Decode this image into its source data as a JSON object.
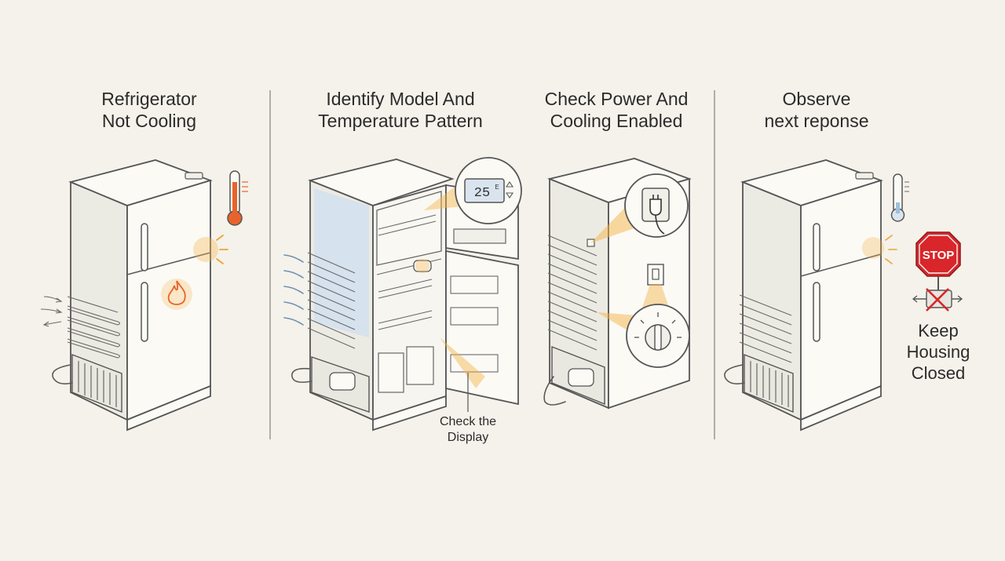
{
  "steps": [
    {
      "title": "Refrigerator\nNot Cooling"
    },
    {
      "title": "Identify Model And\nTemperature Pattern"
    },
    {
      "title": "Check Power And\nCooling Enabled"
    },
    {
      "title": "Observe\nnext reponse"
    }
  ],
  "display": {
    "reading": "25",
    "unit": "E"
  },
  "callouts": {
    "check_display": "Check the\nDisplay",
    "stop_sign": "STOP",
    "keep_closed": "Keep\nHousing\nClosed"
  },
  "colors": {
    "accent_orange": "#f5b44a",
    "heat_red": "#e8632c",
    "stop_red": "#d8262a",
    "cold_blue": "#9fbfdc"
  }
}
